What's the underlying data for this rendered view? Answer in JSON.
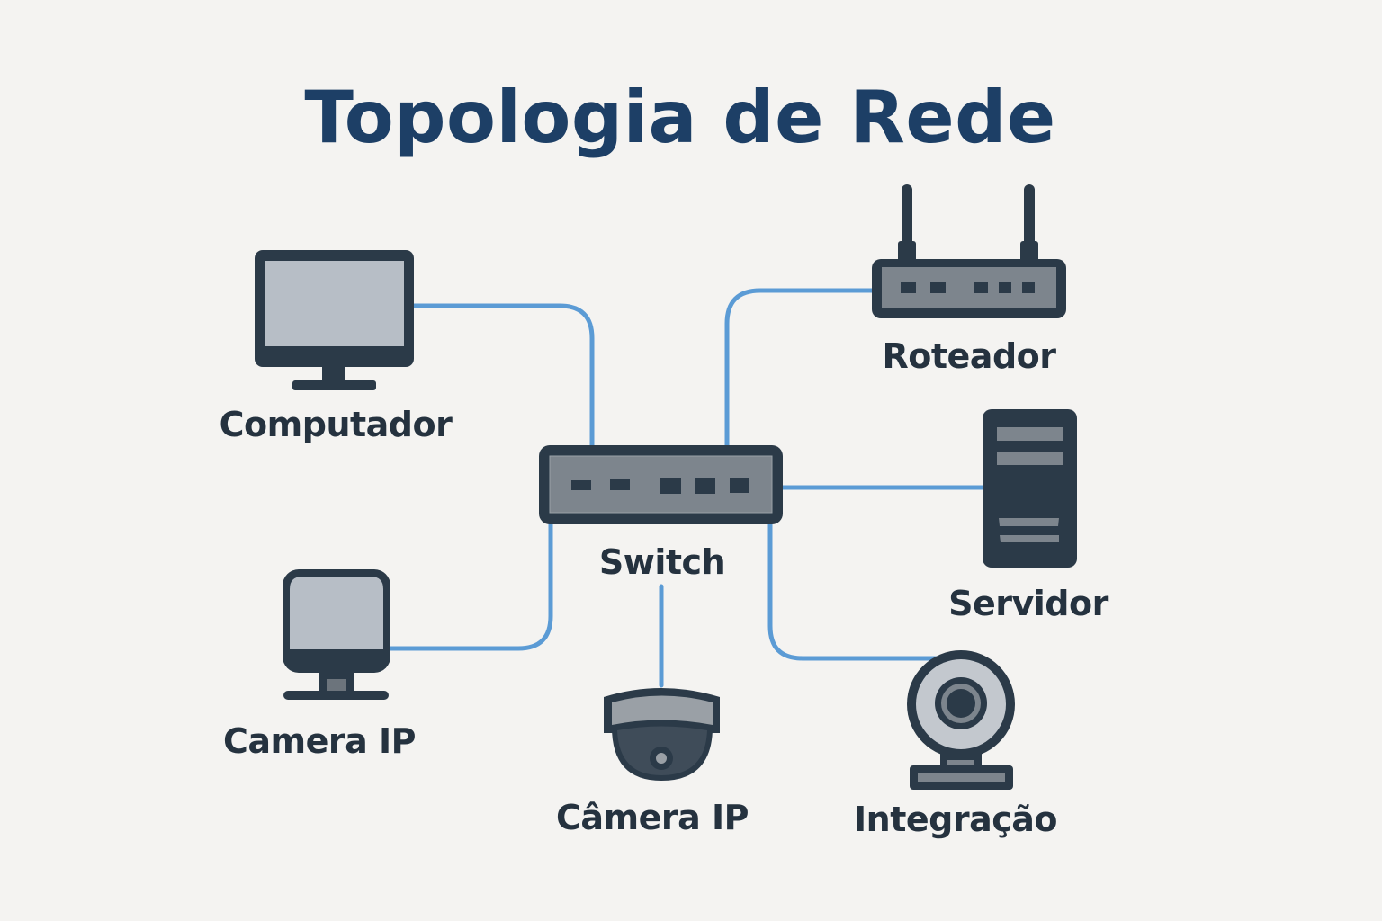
{
  "title": "Topologia de Rede",
  "colors": {
    "background": "#f4f3f1",
    "title": "#1d3f66",
    "label": "#25323f",
    "device_dark": "#2b3a48",
    "device_gray": "#7d858d",
    "screen_light": "#b7bec6",
    "cable": "#5b9bd5"
  },
  "nodes": [
    {
      "id": "computador",
      "label": "Computador",
      "icon": "desktop-computer-icon"
    },
    {
      "id": "roteador",
      "label": "Roteador",
      "icon": "router-icon"
    },
    {
      "id": "switch",
      "label": "Switch",
      "icon": "network-switch-icon"
    },
    {
      "id": "servidor",
      "label": "Servidor",
      "icon": "server-tower-icon"
    },
    {
      "id": "camera-ip-monitor",
      "label": "Camera IP",
      "icon": "monitor-camera-icon"
    },
    {
      "id": "camera-ip-dome",
      "label": "Câmera IP",
      "icon": "dome-camera-icon"
    },
    {
      "id": "integracao",
      "label": "Integração",
      "icon": "webcam-icon"
    }
  ],
  "edges": [
    {
      "from": "computador",
      "to": "switch"
    },
    {
      "from": "roteador",
      "to": "switch"
    },
    {
      "from": "servidor",
      "to": "switch"
    },
    {
      "from": "camera-ip-monitor",
      "to": "switch"
    },
    {
      "from": "camera-ip-dome",
      "to": "switch"
    },
    {
      "from": "integracao",
      "to": "switch"
    }
  ]
}
